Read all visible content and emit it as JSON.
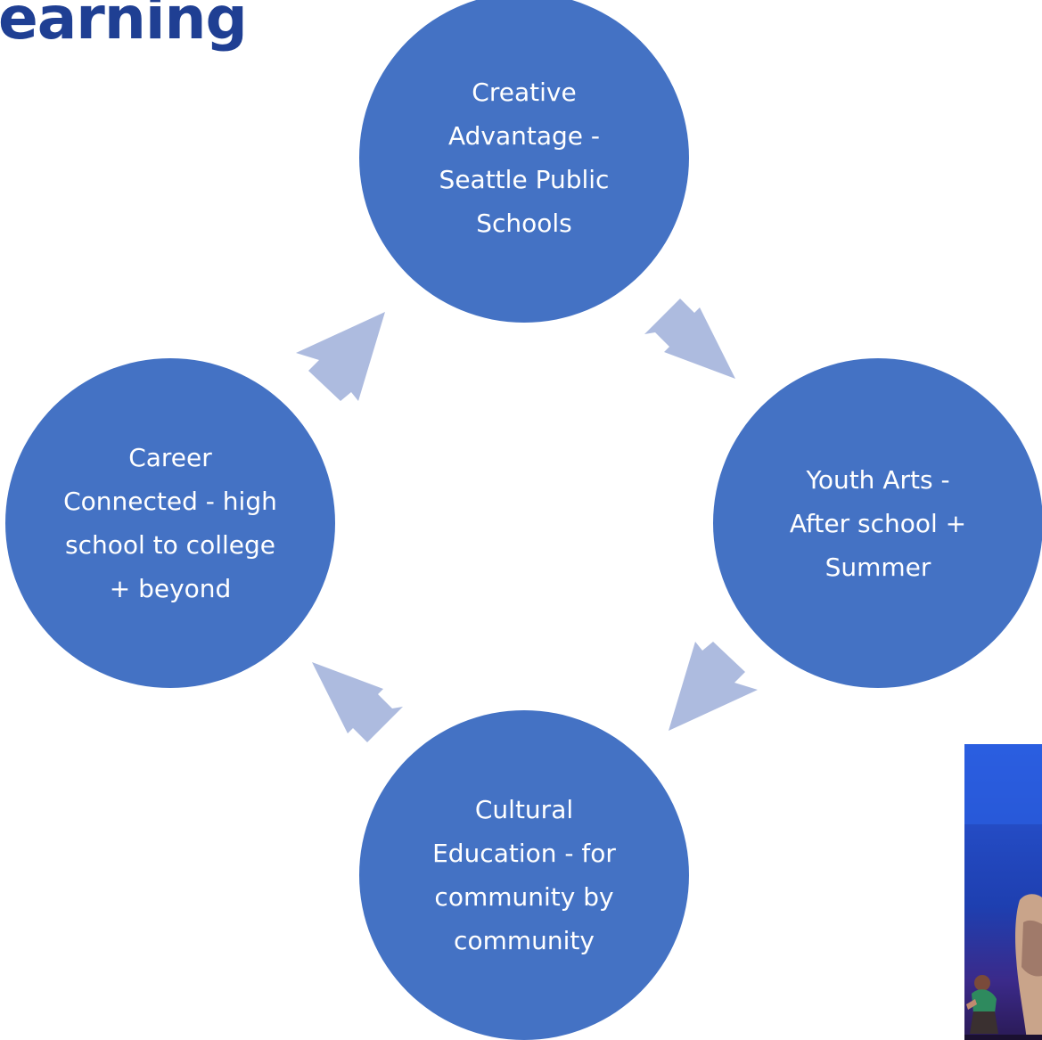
{
  "header": {
    "title": "earning"
  },
  "diagram": {
    "nodes": [
      {
        "id": "top",
        "label": "Creative\nAdvantage -\nSeattle Public\nSchools"
      },
      {
        "id": "right",
        "label": "Youth Arts -\nAfter school +\nSummer"
      },
      {
        "id": "bottom",
        "label": "Cultural\nEducation - for\ncommunity by\ncommunity"
      },
      {
        "id": "left",
        "label": "Career\nConnected - high\nschool to college\n+ beyond"
      }
    ],
    "edges": [
      {
        "from": "top",
        "to": "right"
      },
      {
        "from": "right",
        "to": "bottom"
      },
      {
        "from": "bottom",
        "to": "left"
      },
      {
        "from": "left",
        "to": "top"
      }
    ],
    "colors": {
      "node": "#4472c4",
      "arrow": "#adbbdf",
      "text": "#ffffff",
      "title": "#1f3f93"
    }
  }
}
